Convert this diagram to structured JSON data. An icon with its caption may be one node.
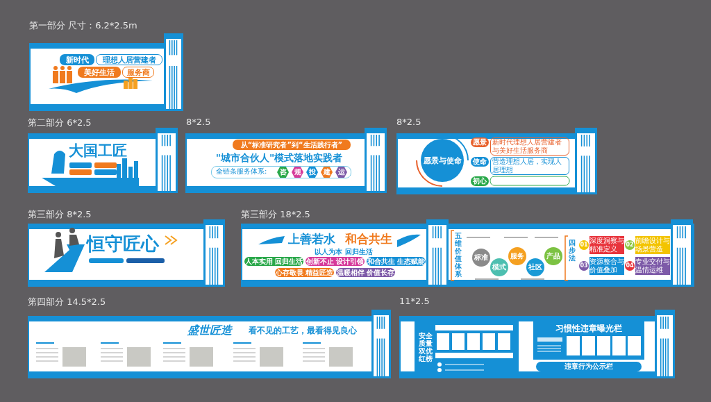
{
  "diagram": {
    "nodes": [
      {
        "text": [],
        "shape": "box"
      },
      {
        "text": [
          "新时代"
        ],
        "in": 0
      },
      {
        "text": [
          "理想人居营建者"
        ],
        "in": 0
      },
      {
        "text": [
          "美好生活"
        ],
        "in": 0
      },
      {
        "text": [
          "服务商"
        ],
        "in": 0
      },
      {
        "text": [],
        "shape": "box"
      },
      {
        "text": [
          "大国工匠"
        ],
        "in": 5
      },
      {
        "text": [],
        "shape": "box"
      },
      {
        "text": [
          "从“标准研究者”到“生活践行者”"
        ],
        "in": 7
      },
      {
        "text": [
          "\"城市合伙人\"模式落地实践者"
        ],
        "in": 7
      },
      {
        "text": [
          "全链条服务体系:"
        ],
        "in": 7
      },
      {
        "text": [
          "咨"
        ],
        "in": 10
      },
      {
        "text": [
          "规"
        ],
        "in": 10
      },
      {
        "text": [
          "投"
        ],
        "in": 10
      },
      {
        "text": [
          "建"
        ],
        "in": 10
      },
      {
        "text": [
          "运"
        ],
        "in": 10
      },
      {
        "text": [],
        "shape": "box"
      },
      {
        "text": [
          "愿景与使命"
        ],
        "in": 16
      },
      {
        "text": [
          "愿景",
          "新时代理想人居营建者与美好生活服务商"
        ],
        "in": 16
      },
      {
        "text": [
          "使命",
          "营造理想人居，实现人居理想"
        ],
        "in": 16
      },
      {
        "text": [
          "初心"
        ],
        "in": 16
      },
      {
        "text": [],
        "shape": "box"
      },
      {
        "text": [
          "恒守匠心"
        ],
        "in": 21
      },
      {
        "text": [],
        "shape": "box"
      },
      {
        "text": [
          "上善若水"
        ],
        "in": 23
      },
      {
        "text": [
          "和合共生"
        ],
        "in": 23
      },
      {
        "text": [
          "以人为本 回归生活"
        ],
        "in": 23
      },
      {
        "text": [
          "人本实用 回归生活"
        ],
        "in": 23
      },
      {
        "text": [
          "创新不止 设计引领"
        ],
        "in": 23
      },
      {
        "text": [
          "和合共生 生态赋能"
        ],
        "in": 23
      },
      {
        "text": [
          "心存敬畏 精益匠造"
        ],
        "in": 23
      },
      {
        "text": [
          "温暖相伴 价值长存"
        ],
        "in": 23
      },
      {
        "text": [
          "五维价值体系"
        ],
        "in": 23
      },
      {
        "text": [
          "标准"
        ],
        "in": 23
      },
      {
        "text": [
          "模式"
        ],
        "in": 23
      },
      {
        "text": [
          "服务"
        ],
        "in": 23
      },
      {
        "text": [
          "社区"
        ],
        "in": 23
      },
      {
        "text": [
          "产品"
        ],
        "in": 23
      },
      {
        "text": [
          "四步法"
        ],
        "in": 23
      },
      {
        "text": [
          "01",
          "深度洞察与精准定义"
        ],
        "in": 23
      },
      {
        "text": [
          "02",
          "前瞻设计与场景营造"
        ],
        "in": 23
      },
      {
        "text": [
          "03",
          "资源整合与价值叠加"
        ],
        "in": 23
      },
      {
        "text": [
          "04",
          "专业交付与温情运维"
        ],
        "in": 23
      },
      {
        "text": [],
        "shape": "box"
      },
      {
        "text": [
          "盛世匠造"
        ],
        "in": 43
      },
      {
        "text": [
          "看不见的工艺，最看得见良心"
        ],
        "in": 43
      },
      {
        "text": [],
        "shape": "box"
      },
      {
        "text": [
          "安全质量双优红榜"
        ],
        "in": 46
      },
      {
        "text": [
          "习惯性违章曝光栏"
        ],
        "in": 46
      },
      {
        "text": [
          "违章行为公示栏"
        ],
        "in": 46
      }
    ],
    "labels": [
      "第一部分 尺寸：6.2*2.5m",
      "第二部分 6*2.5",
      "8*2.5",
      "8*2.5",
      "第三部分 8*2.5",
      "第三部分 18*2.5",
      "第四部分 14.5*2.5",
      "11*2.5"
    ]
  }
}
